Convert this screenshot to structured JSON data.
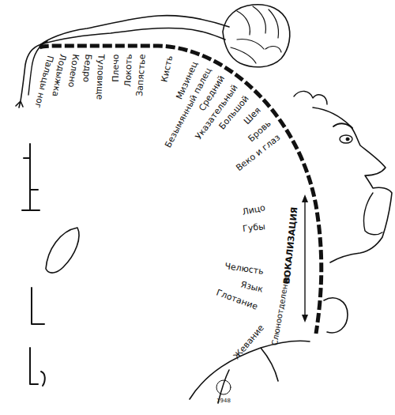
{
  "diagram": {
    "labels": [
      "Пальцы ног",
      "Лодыжка",
      "Колено",
      "Бедро",
      "Туловище",
      "Плечо",
      "Локоть",
      "Запястье",
      "Кисть",
      "Мизинец",
      "Безымянный палец",
      "Средний",
      "Указательный",
      "Большой",
      "Шея",
      "Бровь",
      "Веко и глаз",
      "Лицо",
      "Губы",
      "ВОКАЛИЗАЦИЯ",
      "Челюсть",
      "Язык",
      "Глотание",
      "Жевание",
      "Слюноотделение",
      "1948"
    ]
  }
}
